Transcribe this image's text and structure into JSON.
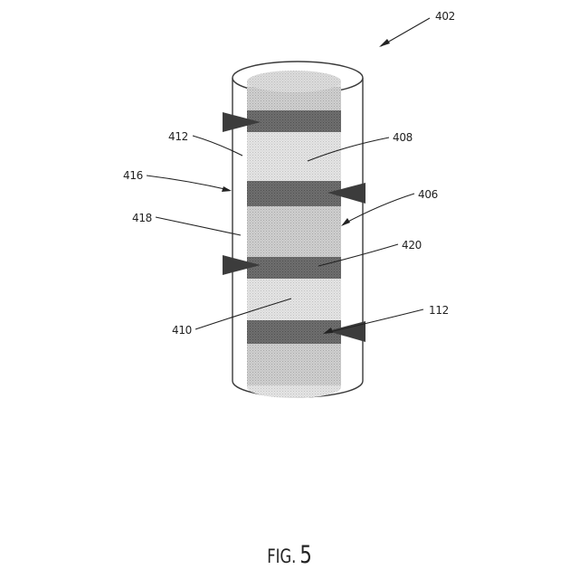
{
  "figure": {
    "reference_labels": {
      "assembly": "402",
      "inner_core": "406",
      "upper_segment": "408",
      "lower_segment": "410",
      "upper_gap": "412",
      "outer_tube": "416",
      "middle_gap": "418",
      "dark_band": "420",
      "marker": "112"
    }
  },
  "caption": {
    "prefix": "FIG.",
    "number": "5"
  }
}
